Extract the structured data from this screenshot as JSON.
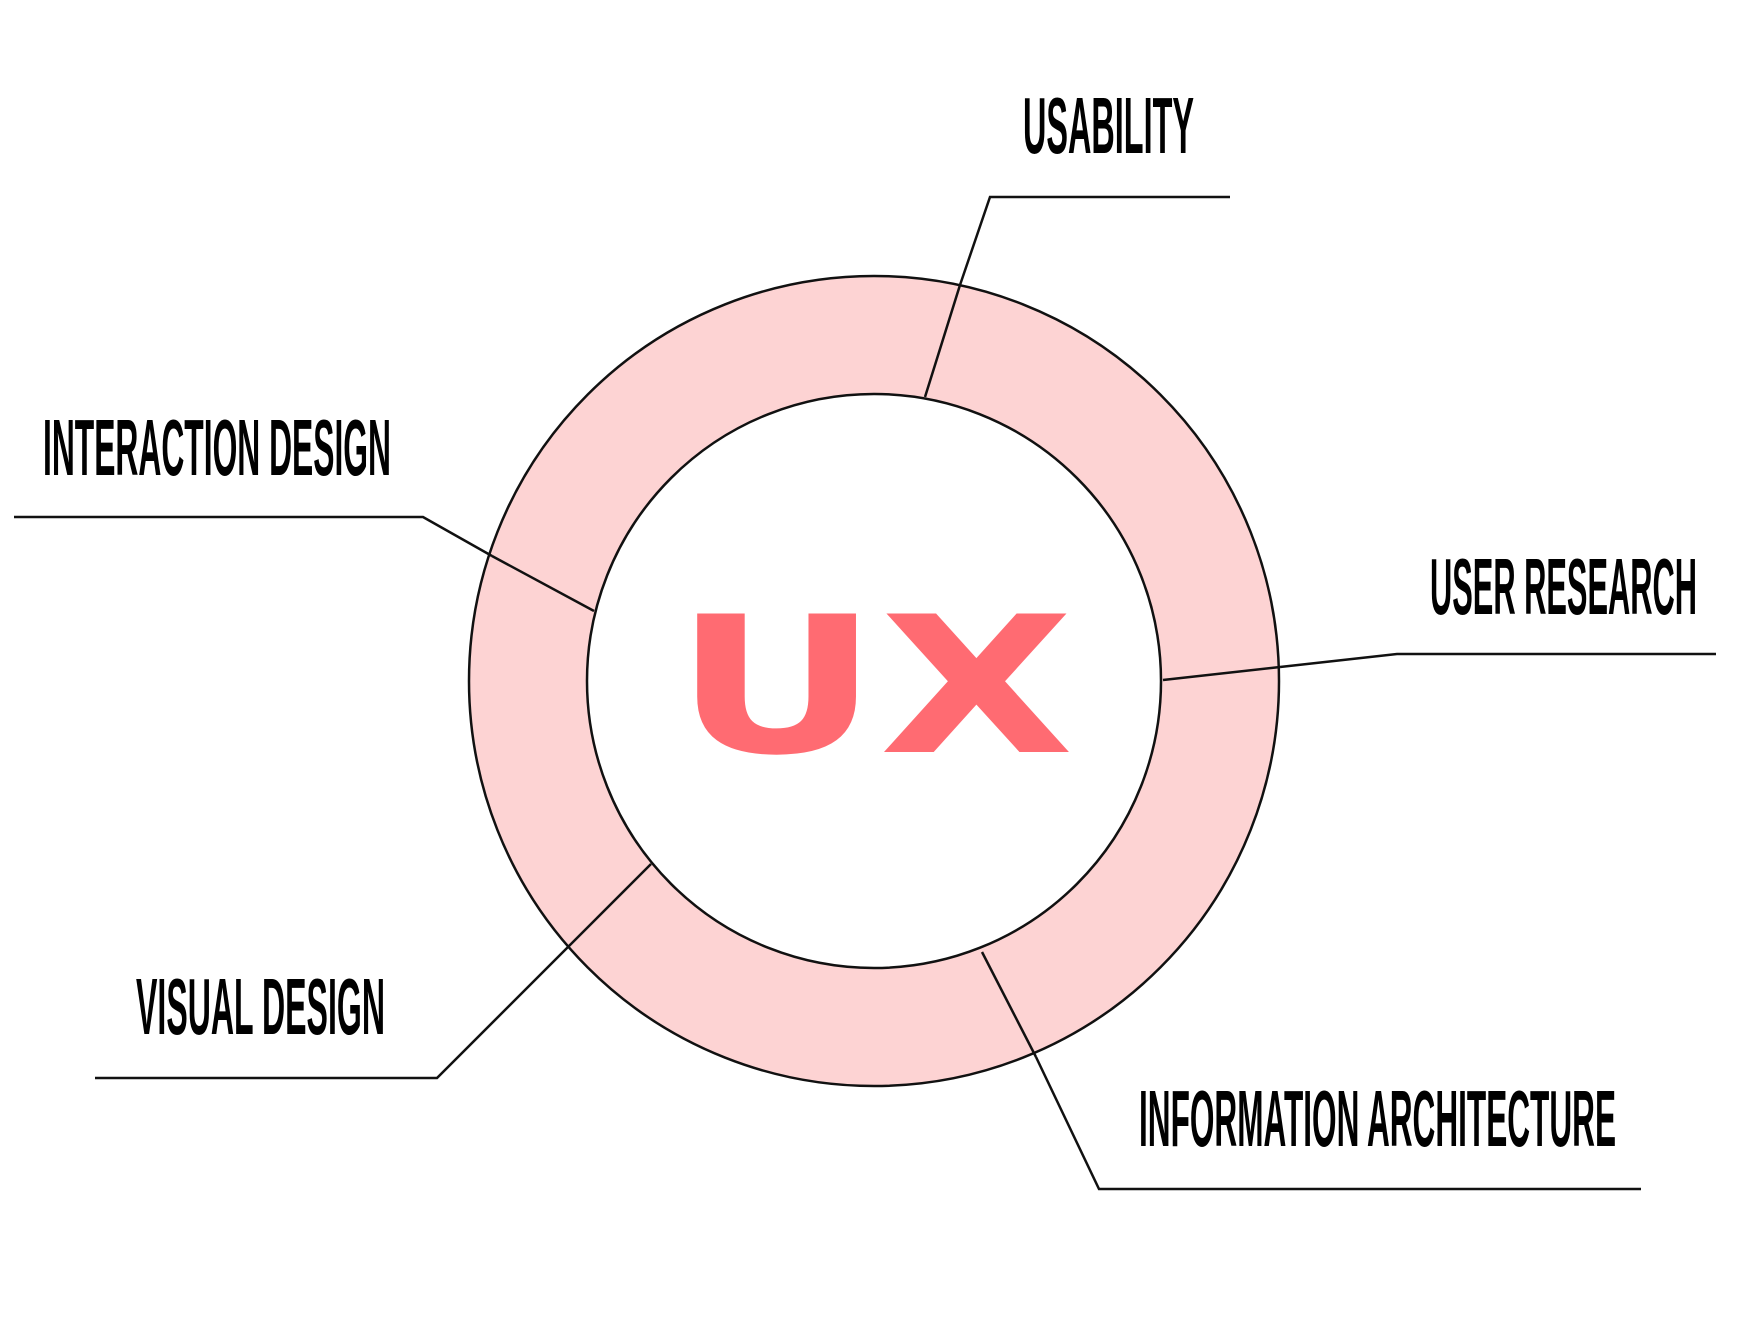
{
  "center_label": "UX",
  "segments": [
    {
      "id": "usability",
      "label": "USABILITY"
    },
    {
      "id": "user-research",
      "label": "USER RESEARCH"
    },
    {
      "id": "information-architecture",
      "label": "INFORMATION ARCHITECTURE"
    },
    {
      "id": "visual-design",
      "label": "VISUAL DESIGN"
    },
    {
      "id": "interaction-design",
      "label": "INTERACTION DESIGN"
    }
  ],
  "colors": {
    "ring_fill": "#fdd3d3",
    "center_text": "#ff6b72",
    "line": "#111111",
    "label_text": "#000000"
  }
}
